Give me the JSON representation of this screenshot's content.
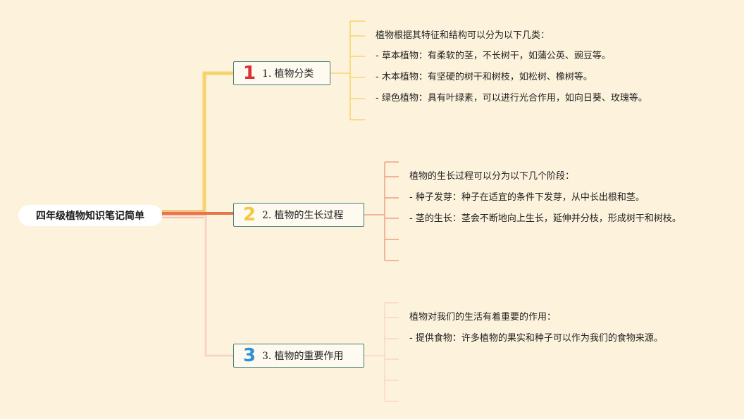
{
  "root": {
    "label": "四年级植物知识笔记简单"
  },
  "colors": {
    "background": "#fdf3dc",
    "branch1": "#f6d46a",
    "branch2": "#e8744a",
    "branch3": "#f6c9b7",
    "node_border": "#3f7f72",
    "num1": "#d9303a",
    "num2": "#f5c842",
    "num3": "#2f8fd8"
  },
  "branches": [
    {
      "number": "1",
      "index": "1.",
      "title": "植物分类",
      "details": [
        "植物根据其特征和结构可以分为以下几类：",
        "- 草本植物：有柔软的茎，不长树干，如蒲公英、豌豆等。",
        "- 木本植物：有坚硬的树干和树枝，如松树、橡树等。",
        "- 绿色植物：具有叶绿素，可以进行光合作用，如向日葵、玫瑰等。"
      ]
    },
    {
      "number": "2",
      "index": "2.",
      "title": "植物的生长过程",
      "details": [
        "植物的生长过程可以分为以下几个阶段：",
        "- 种子发芽：种子在适宜的条件下发芽，从中长出根和茎。",
        "- 茎的生长：茎会不断地向上生长，延伸并分枝，形成树干和树枝。"
      ]
    },
    {
      "number": "3",
      "index": "3.",
      "title": "植物的重要作用",
      "details": [
        "植物对我们的生活有着重要的作用：",
        "- 提供食物：许多植物的果实和种子可以作为我们的食物来源。"
      ]
    }
  ]
}
